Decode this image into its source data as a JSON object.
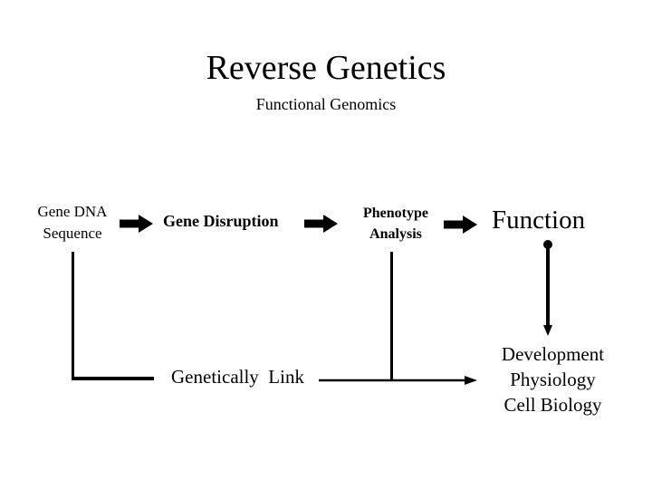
{
  "slide": {
    "title": "Reverse Genetics",
    "subtitle": "Functional Genomics"
  },
  "flow": {
    "gene_dna_sequence": {
      "line1": "Gene DNA",
      "line2": "Sequence"
    },
    "gene_disruption": {
      "label": "Gene Disruption"
    },
    "phenotype_analysis": {
      "line1": "Phenotype",
      "line2": "Analysis"
    },
    "function": {
      "label": "Function"
    }
  },
  "links": {
    "genetically_link_label": "Genetically  Link",
    "outcomes": {
      "line1": "Development",
      "line2": "Physiology",
      "line3": "Cell Biology"
    }
  },
  "icons": {
    "arrow1": "block-arrow-right",
    "arrow2": "block-arrow-right",
    "arrow3": "block-arrow-right",
    "link_arrow": "thin-arrow-right",
    "function_connector": "dot-line-arrow-down"
  },
  "colors": {
    "background": "#ffffff",
    "ink": "#000000"
  }
}
